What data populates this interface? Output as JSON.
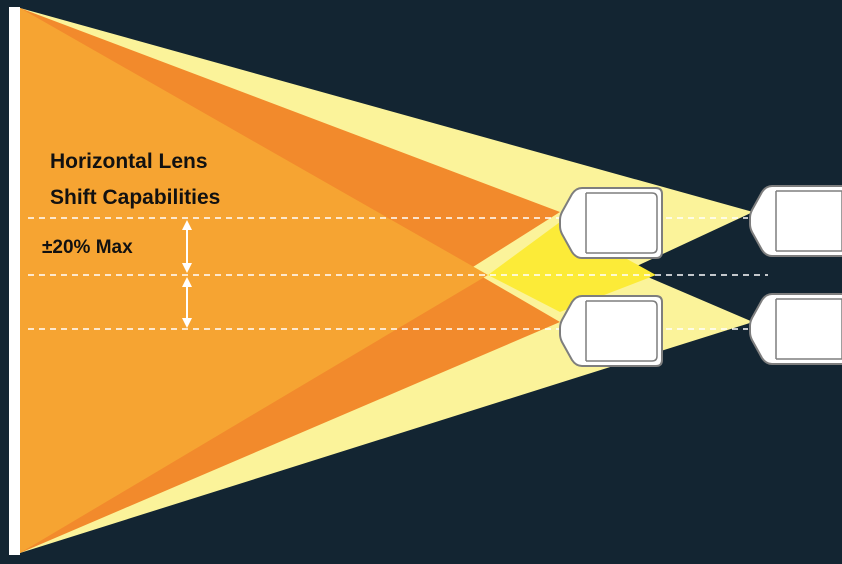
{
  "title": {
    "line1": "Horizontal Lens",
    "line2": "Shift Capabilities"
  },
  "shift_label": "±20% Max",
  "colors": {
    "background": "#132532",
    "beam_light_yellow": "#FBF39A",
    "beam_orange": "#F6A432",
    "beam_dark_orange": "#F28A2C",
    "overlap_yellow": "#FCEB38",
    "screen": "#FFFFFF",
    "projector_body": "#FFFFFF",
    "projector_outline": "#7E7E7E",
    "guide_lines": "#FFFFFF"
  },
  "icons": [
    "projector-icon",
    "double-arrow-icon",
    "screen"
  ]
}
